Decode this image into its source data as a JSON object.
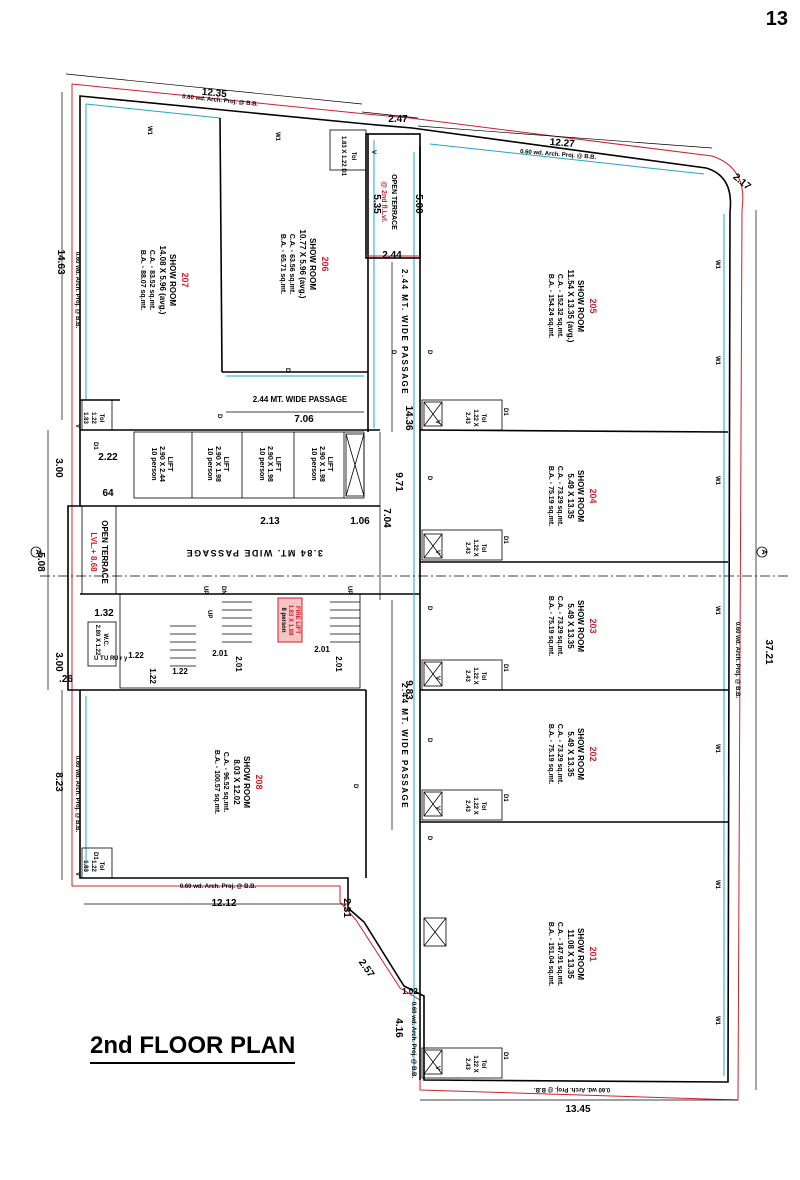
{
  "page_number": "13",
  "title": "2nd FLOOR PLAN",
  "colors": {
    "projection_line": "#d0202a",
    "glazing_line": "#1fa8c9",
    "room_number": "#d0202a"
  },
  "rooms": [
    {
      "number": "207",
      "name": "SHOW ROOM",
      "size": "14.08 X 5.96 (avg.)",
      "ca": "C.A. - 83.52 sq.mt.",
      "ba": "B.A. - 88.07 sq.mt."
    },
    {
      "number": "206",
      "name": "SHOW ROOM",
      "size": "10.77 X 5.96 (avg.)",
      "ca": "C.A. - 63.56 sq.mt.",
      "ba": "B.A. - 65.71 sq.mt."
    },
    {
      "number": "205",
      "name": "SHOW ROOM",
      "size": "11.54 X 13.35 (avg.)",
      "ca": "C.A. - 152.32 sq.mt.",
      "ba": "B.A. - 154.24 sq.mt."
    },
    {
      "number": "204",
      "name": "SHOW ROOM",
      "size": "5.49 X 13.35",
      "ca": "C.A. - 73.29 sq.mt.",
      "ba": "B.A. - 75.19 sq.mt."
    },
    {
      "number": "203",
      "name": "SHOW ROOM",
      "size": "5.49 X 13.35",
      "ca": "C.A. - 73.29 sq.mt.",
      "ba": "B.A. - 75.19 sq.mt."
    },
    {
      "number": "202",
      "name": "SHOW ROOM",
      "size": "5.49 X 13.35",
      "ca": "C.A. - 73.29 sq.mt.",
      "ba": "B.A. - 75.19 sq.mt."
    },
    {
      "number": "201",
      "name": "SHOW ROOM",
      "size": "11.08 X 13.35",
      "ca": "C.A. - 147.91 sq.mt.",
      "ba": "B.A. - 151.04 sq.mt."
    },
    {
      "number": "208",
      "name": "SHOW ROOM",
      "size": "8.03 X 12.02",
      "ca": "C.A. - 96.52 sq.mt.",
      "ba": "B.A. - 100.57 sq.mt."
    }
  ],
  "lifts": [
    {
      "label": "LIFT",
      "size": "2.90 X 2.44",
      "capacity": "10 person"
    },
    {
      "label": "LIFT",
      "size": "2.90 X 1.98",
      "capacity": "10 person"
    },
    {
      "label": "LIFT",
      "size": "2.90 X 1.98",
      "capacity": "10 person"
    },
    {
      "label": "LIFT",
      "size": "2.90 X 1.98",
      "capacity": "10 person"
    }
  ],
  "fire_lift": {
    "label": "FIRE LIFT",
    "size": "1.83 X 1.98",
    "capacity": "8 person"
  },
  "passages": {
    "top": "2.44 MT. WIDE PASSAGE",
    "middle": "3.84 MT. WIDE PASSAGE",
    "vertical_upper": "2.44 MT. WIDE PASSAGE",
    "vertical_lower": "2.44 MT. WIDE PASSAGE"
  },
  "terraces": {
    "top_label": "OPEN TERRACE",
    "top_level": "@ 2nd fl.Lvl.",
    "side_label": "OPEN TERRACE",
    "side_level": "LVL.+ 8.68"
  },
  "projections": {
    "top_left": "0.60 wd. Arch. Proj. @ B.B.",
    "top_right": "0.60 wd. Arch. Proj. @ B.B.",
    "left": "0.60 wd. Arch. Proj. @ B.B.",
    "left_lower": "0.60 wd. Arch. Proj. @ B.B.",
    "bottom_left": "0.60 wd. Arch. Proj. @ B.B.",
    "right": "0.60 wd. Arch. Proj. @ B.B.",
    "bottom_right": "0.60 wd. Arch. Proj. @ B.B.",
    "lower_notch": "0.60 wd. Arch. Proj. @ B.B."
  },
  "toilets": {
    "label": "Tol",
    "size_a": "1.22 X",
    "size_b": "2.43",
    "size_c": "1.22",
    "size_d": "1.83",
    "top": "1.83 X 1.22 D1",
    "wc": "W.C.",
    "wc_size": "2.80 X 1.22",
    "ut": "U T",
    "ur": "U R",
    "uy": "U r y"
  },
  "door_tags": {
    "d": "D",
    "d1": "D1",
    "w1": "W1",
    "v": "V",
    "up": "UP",
    "dn": "DN"
  },
  "dimensions": {
    "top_left": "12.35",
    "top_mid": "2.47",
    "top_right": "12.27",
    "corner": "2.17",
    "left_height": "14.63",
    "terrace_w": "2.44",
    "terrace_h1": "5.35",
    "terrace_h2": "5.00",
    "passage_len": "7.06",
    "pass_h1": "14.36",
    "pass_h2": "9.71",
    "lift_gap": "2.13",
    "lift_side": "1.06",
    "pass_w": "7.04",
    "left_3a": "3.00",
    "left_222": "2.22",
    "left_064": "64",
    "left_508": "5.08",
    "left_132": "1.32",
    "left_3b": "3.00",
    "left_026": ".26",
    "stair_122a": "1.22",
    "stair_122b": "1.22",
    "stair_122c": "1.22",
    "stair_201a": "2.01",
    "stair_201b": "2.01",
    "stair_201c": "2.01",
    "stair_201d": "2.01",
    "pass_h3": "9.83",
    "left_823": "8.23",
    "bottom_left": "12.12",
    "notch_231": "2.31",
    "notch_257": "2.57",
    "notch_102": "1.02",
    "notch_416": "4.16",
    "bottom_right": "13.45",
    "right_height": "37.21",
    "axis_mark": "A"
  }
}
